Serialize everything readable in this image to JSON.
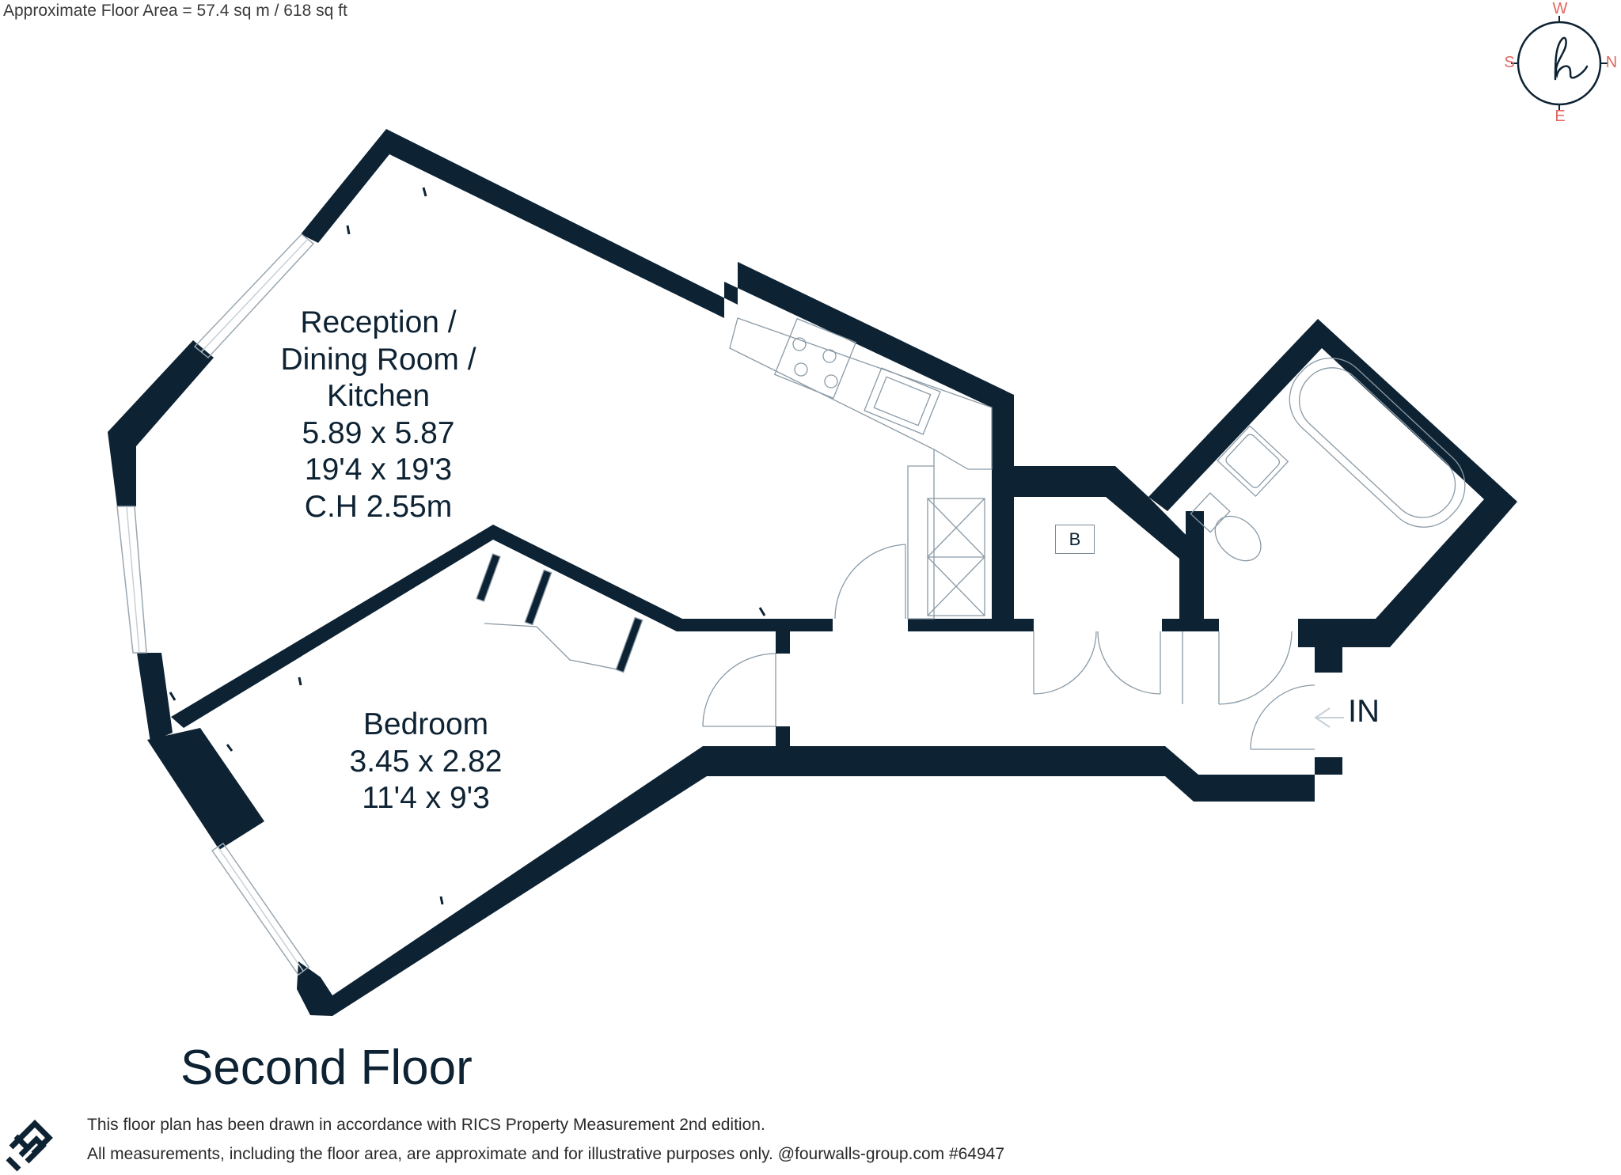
{
  "header": {
    "floor_area": "Approximate Floor Area = 57.4 sq m / 618 sq ft"
  },
  "rooms": {
    "reception": {
      "name_line1": "Reception /",
      "name_line2": "Dining Room /",
      "name_line3": "Kitchen",
      "metric": "5.89 x 5.87",
      "imperial": "19'4 x 19'3",
      "ceiling": "C.H 2.55m"
    },
    "bedroom": {
      "name": "Bedroom",
      "metric": "3.45 x 2.82",
      "imperial": "11'4 x 9'3"
    },
    "boiler": "B",
    "entrance": "IN"
  },
  "floor_name": "Second Floor",
  "footer": {
    "line1": "This floor plan has been drawn in accordance with RICS Property Measurement 2nd edition.",
    "line2": "All measurements, including the floor area, are approximate and for illustrative purposes only. @fourwalls-group.com #64947"
  },
  "compass": {
    "north": "N",
    "south": "S",
    "east": "E",
    "west": "W",
    "monogram": "h"
  },
  "colors": {
    "wall": "#0d2233",
    "compass_accent": "#e0685f",
    "fixture_line": "#8a9aa6",
    "background": "#ffffff"
  },
  "icons": [
    "compass-icon",
    "fourwalls-logo-icon",
    "entrance-arrow-icon",
    "hob-icon",
    "sink-icon",
    "bath-icon",
    "toilet-icon",
    "basin-icon"
  ]
}
